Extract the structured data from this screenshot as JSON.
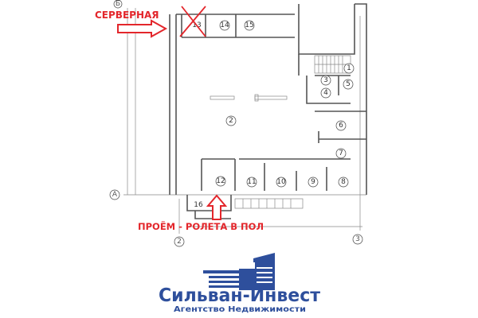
{
  "plan": {
    "axes": [
      "Б",
      "А",
      "2",
      "3"
    ],
    "rooms": [
      {
        "num": "13",
        "crossed": true
      },
      {
        "num": "14"
      },
      {
        "num": "15"
      },
      {
        "num": "1"
      },
      {
        "num": "3"
      },
      {
        "num": "5"
      },
      {
        "num": "4"
      },
      {
        "num": "2"
      },
      {
        "num": "6"
      },
      {
        "num": "7"
      },
      {
        "num": "12"
      },
      {
        "num": "11"
      },
      {
        "num": "10"
      },
      {
        "num": "9"
      },
      {
        "num": "8"
      },
      {
        "num": "16"
      }
    ]
  },
  "annotations": {
    "server_label": "СЕРВЕРНАЯ",
    "opening_label": "ПРОЁМ - РОЛЕТА В ПОЛ",
    "color": "#e3262b"
  },
  "logo": {
    "name": "Сильван-Инвест",
    "tagline": "Агентство Недвижимости",
    "color": "#2e4f9c"
  }
}
